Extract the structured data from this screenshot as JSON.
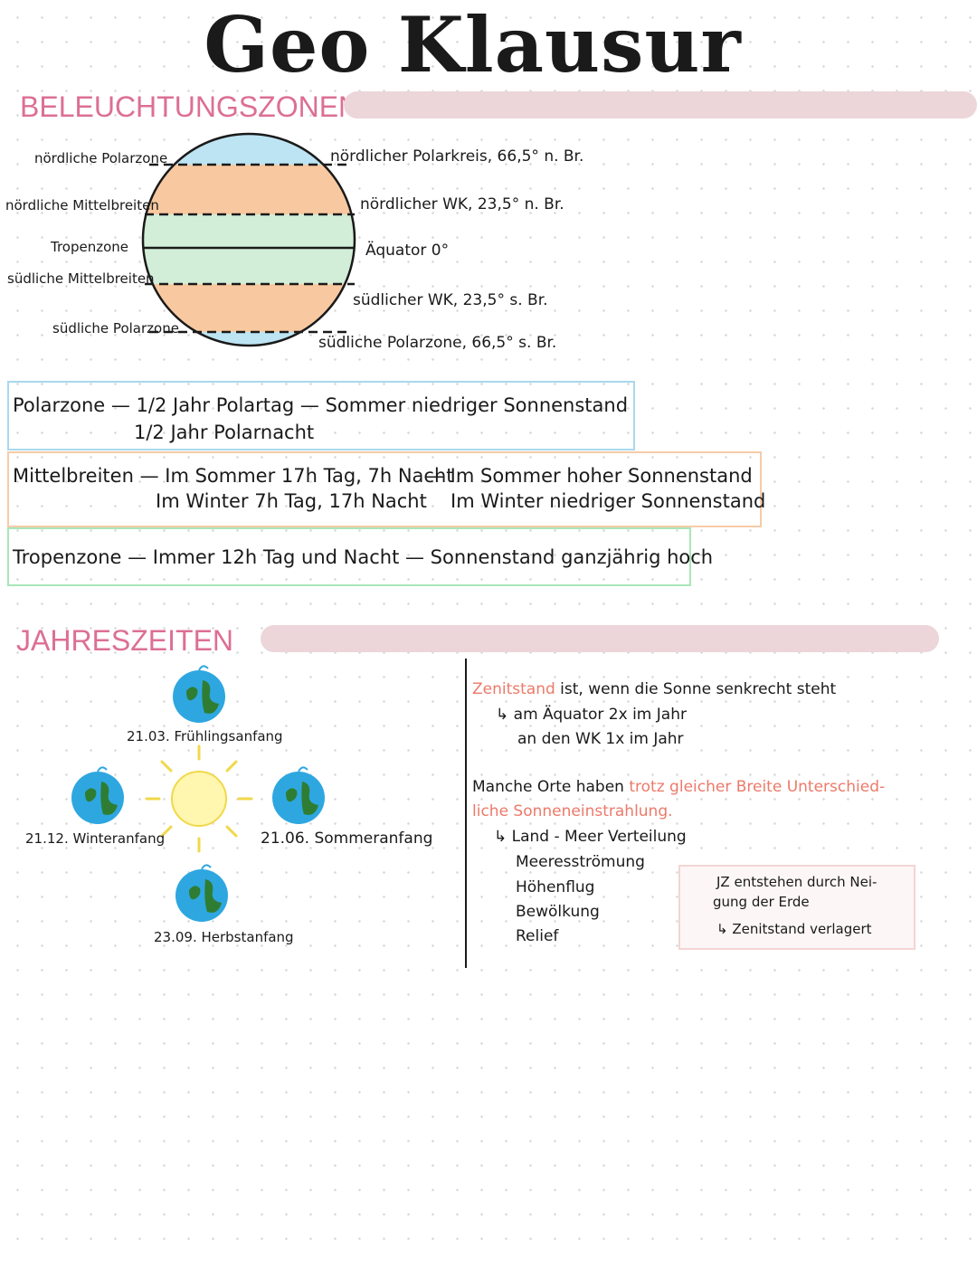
{
  "title": "Geo Klausur",
  "sections": {
    "zones_heading": "BELEUCHTUNGSZONEN",
    "seasons_heading": "JAHRESZEITEN"
  },
  "globe": {
    "left_labels": {
      "north_polar": "nördliche Polarzone",
      "north_mid": "nördliche Mittelbreiten",
      "tropics": "Tropenzone",
      "south_mid": "südliche Mittelbreiten",
      "south_polar": "südliche Polarzone"
    },
    "right_labels": {
      "arctic_circle": "nördlicher Polarkreis, 66,5° n. Br.",
      "tropic_north": "nördlicher WK, 23,5° n. Br.",
      "equator": "Äquator 0°",
      "tropic_south": "südlicher WK, 23,5° s. Br.",
      "antarctic": "südliche Polarzone, 66,5° s. Br."
    },
    "colors": {
      "polar": "#bde4f2",
      "mid": "#f8c9a0",
      "tropic": "#d3eed8"
    }
  },
  "zone_boxes": {
    "polar": {
      "line1": "Polarzone — 1/2 Jahr Polartag   — Sommer niedriger Sonnenstand",
      "line2": "1/2 Jahr Polarnacht"
    },
    "mid": {
      "left1": "Mittelbreiten — Im Sommer 17h Tag, 7h Nacht",
      "left2": "Im Winter 7h Tag, 17h Nacht",
      "right1": "— Im Sommer hoher Sonnenstand",
      "right2": "Im Winter niedriger Sonnenstand"
    },
    "tropic": {
      "line1": "Tropenzone  — Immer 12h Tag und Nacht — Sonnenstand ganzjährig hoch"
    }
  },
  "seasons": {
    "spring": "21.03. Frühlingsanfang",
    "summer": "21.06. Sommeranfang",
    "autumn": "23.09. Herbstanfang",
    "winter": "21.12. Winteranfang"
  },
  "notes": {
    "zenit_term": "Zenitstand",
    "zenit_def": " ist, wenn die Sonne senkrecht steht",
    "zenit_l1": "↳ am Äquator 2x im Jahr",
    "zenit_l2": "an den WK 1x im Jahr",
    "places_black": "Manche Orte haben ",
    "places_coral1": "trotz gleicher Breite Unterschied-",
    "places_coral2": "liche Sonneneinstrahlung.",
    "factors": [
      "↳ Land - Meer Verteilung",
      "Meeresströmung",
      "Höhenflug",
      "Bewölkung",
      "Relief"
    ],
    "jz_l1": "JZ entstehen durch Nei-",
    "jz_l2": "gung der Erde",
    "jz_l3": "↳ Zenitstand verlagert"
  }
}
